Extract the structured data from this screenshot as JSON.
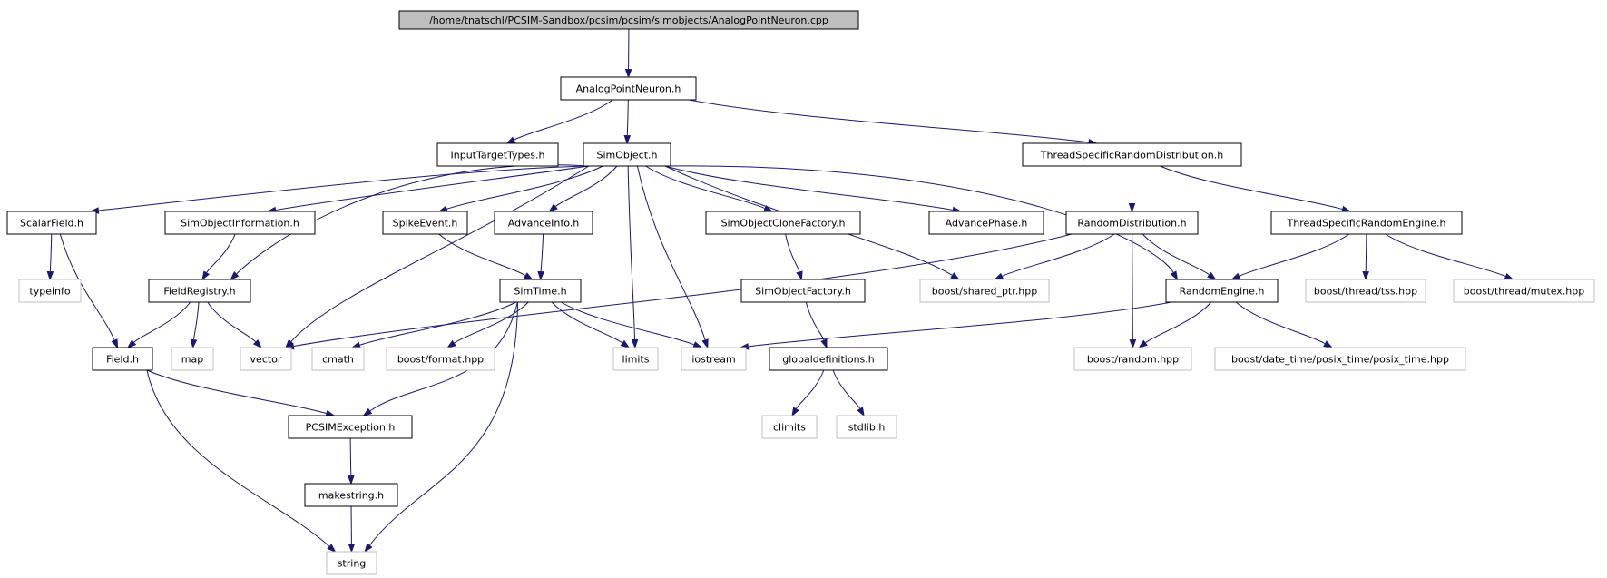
{
  "colors": {
    "edge": "#191970",
    "root_fill": "#bfbfbf",
    "node_border": "#000000",
    "external_border": "#bfbfbf",
    "text": "#000000"
  },
  "nodes": [
    {
      "id": "root",
      "label": "/home/tnatschl/PCSIM-Sandbox/pcsim/pcsim/simobjects/AnalogPointNeuron.cpp",
      "kind": "root"
    },
    {
      "id": "apn",
      "label": "AnalogPointNeuron.h",
      "kind": "internal"
    },
    {
      "id": "itt",
      "label": "InputTargetTypes.h",
      "kind": "internal"
    },
    {
      "id": "simobj",
      "label": "SimObject.h",
      "kind": "internal"
    },
    {
      "id": "tsrd",
      "label": "ThreadSpecificRandomDistribution.h",
      "kind": "internal"
    },
    {
      "id": "scalar",
      "label": "ScalarField.h",
      "kind": "internal"
    },
    {
      "id": "soinfo",
      "label": "SimObjectInformation.h",
      "kind": "internal"
    },
    {
      "id": "spike",
      "label": "SpikeEvent.h",
      "kind": "internal"
    },
    {
      "id": "adv",
      "label": "AdvanceInfo.h",
      "kind": "internal"
    },
    {
      "id": "socf",
      "label": "SimObjectCloneFactory.h",
      "kind": "internal"
    },
    {
      "id": "advp",
      "label": "AdvancePhase.h",
      "kind": "internal"
    },
    {
      "id": "rdist",
      "label": "RandomDistribution.h",
      "kind": "internal"
    },
    {
      "id": "tsre",
      "label": "ThreadSpecificRandomEngine.h",
      "kind": "internal"
    },
    {
      "id": "typeinfo",
      "label": "typeinfo",
      "kind": "external"
    },
    {
      "id": "freg",
      "label": "FieldRegistry.h",
      "kind": "internal"
    },
    {
      "id": "simtime",
      "label": "SimTime.h",
      "kind": "internal"
    },
    {
      "id": "sof",
      "label": "SimObjectFactory.h",
      "kind": "internal"
    },
    {
      "id": "shptr",
      "label": "boost/shared_ptr.hpp",
      "kind": "external"
    },
    {
      "id": "reng",
      "label": "RandomEngine.h",
      "kind": "internal"
    },
    {
      "id": "tss",
      "label": "boost/thread/tss.hpp",
      "kind": "external"
    },
    {
      "id": "mutex",
      "label": "boost/thread/mutex.hpp",
      "kind": "external"
    },
    {
      "id": "field",
      "label": "Field.h",
      "kind": "internal"
    },
    {
      "id": "map",
      "label": "map",
      "kind": "external"
    },
    {
      "id": "vector",
      "label": "vector",
      "kind": "external"
    },
    {
      "id": "cmath",
      "label": "cmath",
      "kind": "external"
    },
    {
      "id": "bformat",
      "label": "boost/format.hpp",
      "kind": "external"
    },
    {
      "id": "limits",
      "label": "limits",
      "kind": "external"
    },
    {
      "id": "iostream",
      "label": "iostream",
      "kind": "external"
    },
    {
      "id": "gdef",
      "label": "globaldefinitions.h",
      "kind": "internal"
    },
    {
      "id": "brandom",
      "label": "boost/random.hpp",
      "kind": "external"
    },
    {
      "id": "ptime",
      "label": "boost/date_time/posix_time/posix_time.hpp",
      "kind": "external"
    },
    {
      "id": "pcexc",
      "label": "PCSIMException.h",
      "kind": "internal"
    },
    {
      "id": "climits",
      "label": "climits",
      "kind": "external"
    },
    {
      "id": "stdlib",
      "label": "stdlib.h",
      "kind": "external"
    },
    {
      "id": "mkstr",
      "label": "makestring.h",
      "kind": "internal"
    },
    {
      "id": "string",
      "label": "string",
      "kind": "external"
    }
  ],
  "edges": [
    {
      "from": "root",
      "to": "apn"
    },
    {
      "from": "apn",
      "to": "itt"
    },
    {
      "from": "apn",
      "to": "simobj"
    },
    {
      "from": "apn",
      "to": "tsrd"
    },
    {
      "from": "simobj",
      "to": "scalar"
    },
    {
      "from": "simobj",
      "to": "soinfo"
    },
    {
      "from": "simobj",
      "to": "spike"
    },
    {
      "from": "simobj",
      "to": "adv"
    },
    {
      "from": "simobj",
      "to": "socf"
    },
    {
      "from": "simobj",
      "to": "advp"
    },
    {
      "from": "simobj",
      "to": "freg"
    },
    {
      "from": "simobj",
      "to": "vector"
    },
    {
      "from": "simobj",
      "to": "limits"
    },
    {
      "from": "simobj",
      "to": "iostream"
    },
    {
      "from": "simobj",
      "to": "shptr"
    },
    {
      "from": "simobj",
      "to": "reng"
    },
    {
      "from": "tsrd",
      "to": "rdist"
    },
    {
      "from": "tsrd",
      "to": "tsre"
    },
    {
      "from": "scalar",
      "to": "typeinfo"
    },
    {
      "from": "scalar",
      "to": "field"
    },
    {
      "from": "soinfo",
      "to": "freg"
    },
    {
      "from": "spike",
      "to": "simtime"
    },
    {
      "from": "adv",
      "to": "simtime"
    },
    {
      "from": "socf",
      "to": "sof"
    },
    {
      "from": "rdist",
      "to": "vector"
    },
    {
      "from": "rdist",
      "to": "shptr"
    },
    {
      "from": "rdist",
      "to": "reng"
    },
    {
      "from": "rdist",
      "to": "brandom"
    },
    {
      "from": "tsre",
      "to": "reng"
    },
    {
      "from": "tsre",
      "to": "tss"
    },
    {
      "from": "tsre",
      "to": "mutex"
    },
    {
      "from": "freg",
      "to": "field"
    },
    {
      "from": "freg",
      "to": "map"
    },
    {
      "from": "freg",
      "to": "vector"
    },
    {
      "from": "simtime",
      "to": "cmath"
    },
    {
      "from": "simtime",
      "to": "bformat"
    },
    {
      "from": "simtime",
      "to": "limits"
    },
    {
      "from": "simtime",
      "to": "iostream"
    },
    {
      "from": "simtime",
      "to": "pcexc"
    },
    {
      "from": "simtime",
      "to": "string"
    },
    {
      "from": "sof",
      "to": "gdef"
    },
    {
      "from": "reng",
      "to": "iostream"
    },
    {
      "from": "reng",
      "to": "brandom"
    },
    {
      "from": "reng",
      "to": "ptime"
    },
    {
      "from": "field",
      "to": "pcexc"
    },
    {
      "from": "field",
      "to": "string"
    },
    {
      "from": "gdef",
      "to": "climits"
    },
    {
      "from": "gdef",
      "to": "stdlib"
    },
    {
      "from": "pcexc",
      "to": "mkstr"
    },
    {
      "from": "mkstr",
      "to": "string"
    }
  ]
}
